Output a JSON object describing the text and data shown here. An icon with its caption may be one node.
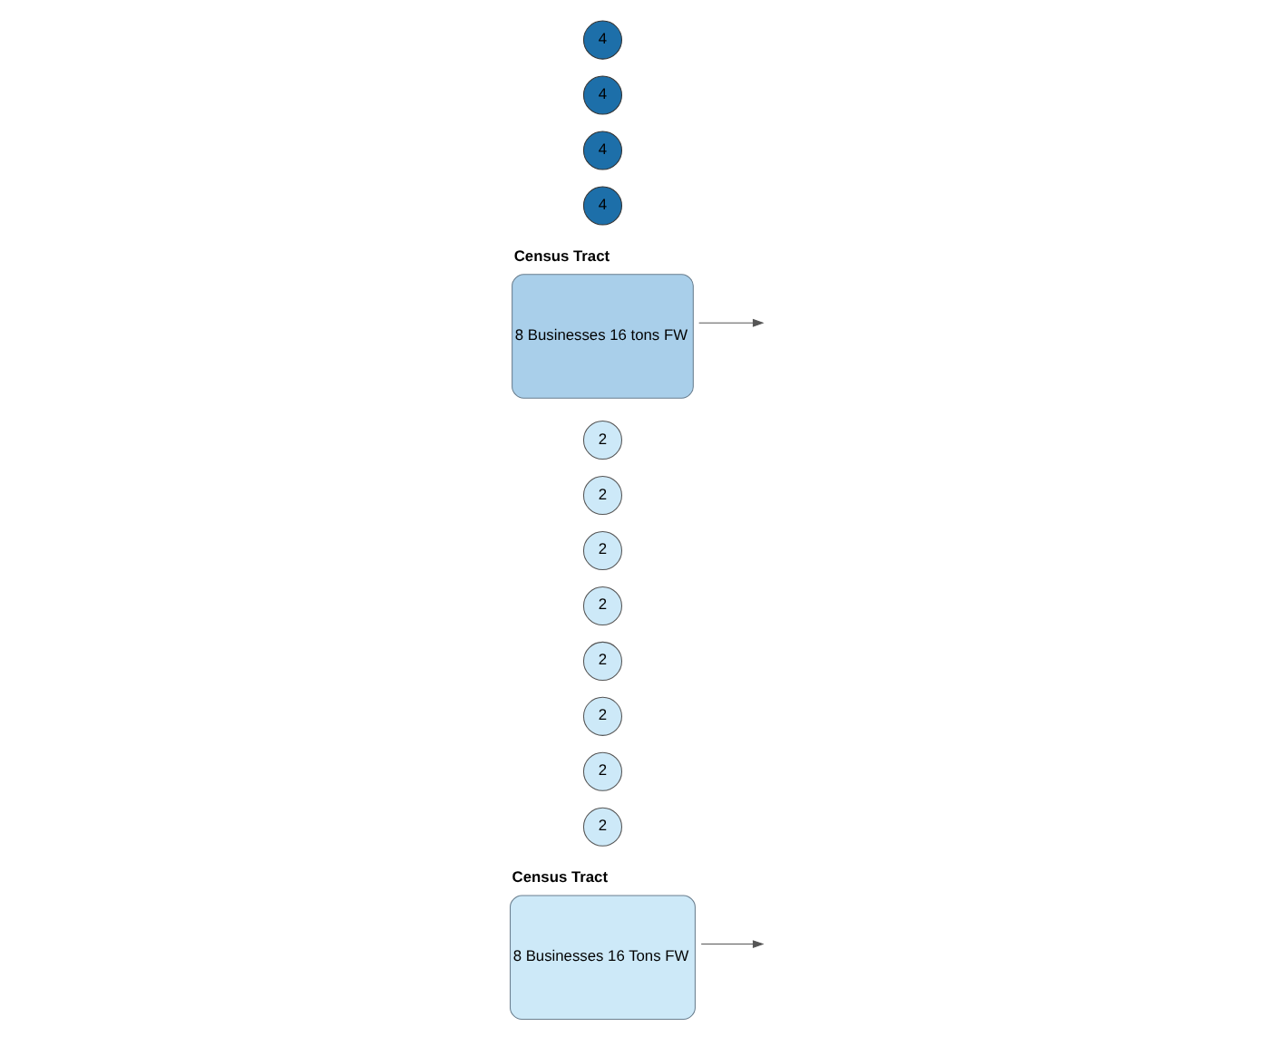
{
  "diagram": {
    "nodes": [
      {
        "text": [
          "Census Tract",
          "8 Businesses 16 Tons FW"
        ]
      },
      {
        "text": [
          "2"
        ]
      },
      {
        "text": [
          "2"
        ]
      },
      {
        "text": [
          "2"
        ]
      },
      {
        "text": [
          "2"
        ]
      },
      {
        "text": [
          "2"
        ]
      },
      {
        "text": [
          "2"
        ]
      },
      {
        "text": [
          "2"
        ]
      },
      {
        "text": [
          "2"
        ]
      },
      {
        "text": [
          "Census Tract",
          "8 Businesses 16 tons FW"
        ]
      },
      {
        "text": [
          "4"
        ]
      },
      {
        "text": [
          "4"
        ]
      },
      {
        "text": [
          "4"
        ]
      },
      {
        "text": [
          "4"
        ]
      }
    ],
    "edges": [
      {
        "from": 0,
        "to": null,
        "arrow": "to"
      },
      {
        "from": 9,
        "to": null,
        "arrow": "to"
      }
    ]
  }
}
